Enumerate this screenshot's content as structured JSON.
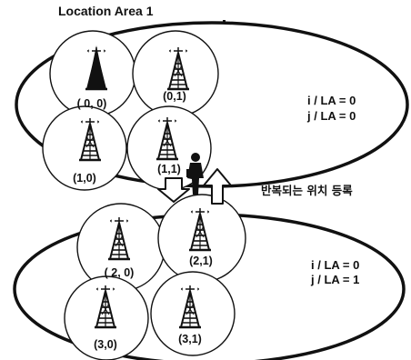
{
  "title": "Location Area 1",
  "areas": [
    {
      "cells": [
        {
          "label": "( 0, 0)",
          "tower": "cell-tower-icon"
        },
        {
          "label": "(0,1)",
          "tower": "cell-tower-icon"
        },
        {
          "label": "(1,0)",
          "tower": "cell-tower-icon"
        },
        {
          "label": "(1,1)",
          "tower": "cell-tower-icon"
        }
      ],
      "i_label": "i / LA = 0",
      "j_label": "j / LA = 0"
    },
    {
      "cells": [
        {
          "label": "( 2, 0)",
          "tower": "cell-tower-icon"
        },
        {
          "label": "(2,1)",
          "tower": "cell-tower-icon"
        },
        {
          "label": "(3,0)",
          "tower": "cell-tower-icon"
        },
        {
          "label": "(3,1)",
          "tower": "cell-tower-icon"
        }
      ],
      "i_label": "i / LA = 0",
      "j_label": "j / LA = 1"
    }
  ],
  "repeated_registration": "반복되는 위치 등록",
  "icons": {
    "person": "person-icon",
    "arrow_down": "arrow-down-icon",
    "arrow_up": "arrow-up-icon"
  }
}
